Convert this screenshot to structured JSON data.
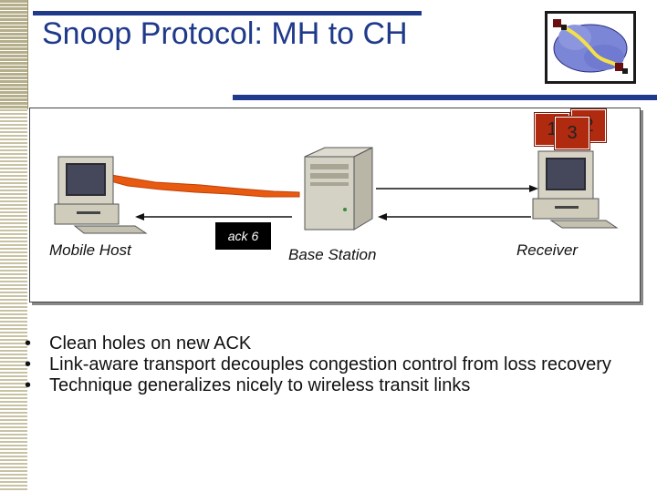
{
  "slide": {
    "title": "Snoop Protocol: MH to CH"
  },
  "diagram": {
    "mobile_host_label": "Mobile Host",
    "base_station_label": "Base Station",
    "receiver_label": "Receiver",
    "ack_label": "ack 6",
    "packets": [
      "1",
      "3",
      "2"
    ]
  },
  "bullets": [
    "Clean holes on new ACK",
    "Link-aware transport decouples congestion control from loss recovery",
    "Technique generalizes nicely to wireless transit links"
  ],
  "colors": {
    "title": "#1f3a8a",
    "packet": "#b02a10",
    "wireless_link": "#e85a10"
  }
}
